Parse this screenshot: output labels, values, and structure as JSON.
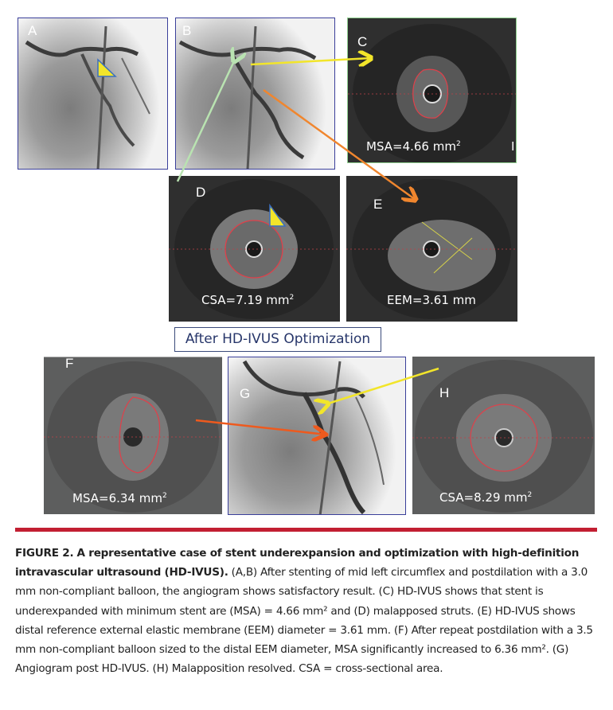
{
  "figure": {
    "number_label": "FIGURE 2.",
    "title": "A representative case of stent underexpansion and optimization with high-definition intravascular ultrasound (HD-IVUS).",
    "caption_body": " (A,B) After stenting of mid left circumflex and postdilation with a 3.0 mm non-compliant balloon, the angiogram shows satisfactory result. (C) HD-IVUS shows that stent is underexpanded with minimum stent are (MSA) = 4.66 mm² and (D) malapposed struts. (E) HD-IVUS shows distal reference external elastic membrane (EEM) diameter = 3.61 mm. (F) After repeat postdilation with a 3.5 mm non-compliant balloon sized to the distal EEM diameter, MSA significantly increased to 6.36 mm². (G) Angiogram post HD-IVUS. (H) Malapposition resolved. CSA = cross-sectional area.",
    "accent_color": "#c21f32"
  },
  "banner": {
    "label": "After HD-IVUS Optimization"
  },
  "panels": {
    "A": {
      "label": "A",
      "type": "angiogram"
    },
    "B": {
      "label": "B",
      "type": "angiogram"
    },
    "C": {
      "label": "C",
      "type": "ivus",
      "measure_prefix": "MSA=4.66 mm",
      "measure_sup": "2",
      "marker": "I"
    },
    "D": {
      "label": "D",
      "type": "ivus",
      "measure_prefix": "CSA=7.19 mm",
      "measure_sup": "2"
    },
    "E": {
      "label": "E",
      "type": "ivus",
      "measure_prefix": "EEM=3.61 mm",
      "measure_sup": ""
    },
    "F": {
      "label": "F",
      "type": "ivus",
      "measure_prefix": "MSA=6.34 mm",
      "measure_sup": "2"
    },
    "G": {
      "label": "G",
      "type": "angiogram"
    },
    "H": {
      "label": "H",
      "type": "ivus",
      "measure_prefix": "CSA=8.29 mm",
      "measure_sup": "2"
    }
  },
  "arrow_colors": {
    "yellow": "#f2e52a",
    "orange": "#f0862e",
    "green": "#b9e3b1",
    "red_orange": "#ee5a1e"
  }
}
